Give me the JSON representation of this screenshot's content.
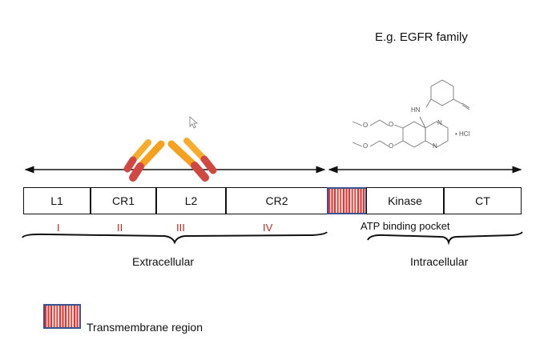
{
  "header": {
    "subtitle": "E.g. EGFR family"
  },
  "domains": [
    {
      "label": "L1",
      "roman": "I"
    },
    {
      "label": "CR1",
      "roman": "II"
    },
    {
      "label": "L2",
      "roman": "III"
    },
    {
      "label": "CR2",
      "roman": "IV"
    },
    {
      "label": "",
      "roman": ""
    },
    {
      "label": "Kinase",
      "roman": ""
    },
    {
      "label": "CT",
      "roman": ""
    }
  ],
  "annotations": {
    "atp_pocket": "ATP binding pocket",
    "extracellular": "Extracellular",
    "intracellular": "Intracellular"
  },
  "molecule": {
    "atoms": {
      "hn": "HN",
      "n1": "N",
      "n2": "N",
      "o1": "O",
      "o2": "O",
      "o3": "O",
      "o4": "O",
      "salt": "• HCl"
    }
  },
  "legend": {
    "label": "Transmembrane region"
  },
  "colors": {
    "roman": "#c0261e",
    "tm_stripe": "#e8303a",
    "tm_border": "#3b5390",
    "antibody_orange": "#f7a21b",
    "antibody_red": "#d24a43"
  }
}
